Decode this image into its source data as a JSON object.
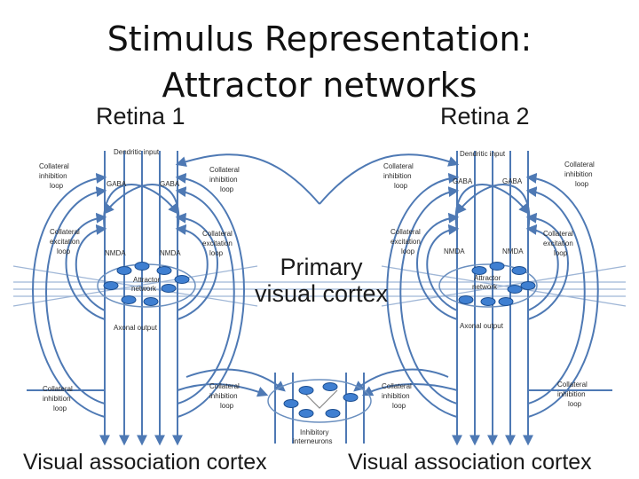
{
  "title": {
    "line1": "Stimulus Representation:",
    "line2": "Attractor networks"
  },
  "labels": {
    "retina_1": "Retina 1",
    "retina_2": "Retina 2",
    "primary_cortex_line1": "Primary",
    "primary_cortex_line2": "visual cortex",
    "assoc_left": "Visual association cortex",
    "assoc_right": "Visual association cortex"
  },
  "left_module": {
    "dendritic_input": "Dendritic input",
    "collateral_inhibition_outer_1": "Collateral",
    "collateral_inhibition_outer_2": "inhibition",
    "collateral_inhibition_outer_3": "loop",
    "collateral_inhibition_inner_1": "Collateral",
    "collateral_inhibition_inner_2": "inhibition",
    "collateral_inhibition_inner_3": "loop",
    "gaba_left": "GABA",
    "gaba_right": "GABA",
    "collateral_excitation_outer_1": "Collateral",
    "collateral_excitation_outer_2": "excitation",
    "collateral_excitation_outer_3": "loop",
    "collateral_excitation_inner_1": "Collateral",
    "collateral_excitation_inner_2": "excitation",
    "collateral_excitation_inner_3": "loop",
    "nmda_left": "NMDA",
    "nmda_right": "NMDA",
    "attractor_1": "Attractor",
    "attractor_2": "network",
    "axonal_output": "Axonal output",
    "bottom_inhibition_outer_1": "Collateral",
    "bottom_inhibition_outer_2": "inhibition",
    "bottom_inhibition_outer_3": "loop",
    "bottom_inhibition_inner_1": "Collateral",
    "bottom_inhibition_inner_2": "inhibition",
    "bottom_inhibition_inner_3": "loop"
  },
  "right_module": {
    "dendritic_input": "Dendritic input",
    "collateral_inhibition_inner_1": "Collateral",
    "collateral_inhibition_inner_2": "inhibition",
    "collateral_inhibition_inner_3": "loop",
    "collateral_inhibition_outer_1": "Collateral",
    "collateral_inhibition_outer_2": "inhibition",
    "collateral_inhibition_outer_3": "loop",
    "gaba_left": "GABA",
    "gaba_right": "GABA",
    "collateral_excitation_inner_1": "Collateral",
    "collateral_excitation_inner_2": "excitation",
    "collateral_excitation_inner_3": "loop",
    "collateral_excitation_outer_1": "Collateral",
    "collateral_excitation_outer_2": "excitation",
    "collateral_excitation_outer_3": "loop",
    "nmda_left": "NMDA",
    "nmda_right": "NMDA",
    "attractor_1": "Attractor",
    "attractor_2": "network",
    "axonal_output": "Axonal output",
    "bottom_inhibition_inner_1": "Collateral",
    "bottom_inhibition_inner_2": "inhibition",
    "bottom_inhibition_inner_3": "loop",
    "bottom_inhibition_outer_1": "Collateral",
    "bottom_inhibition_outer_2": "inhibition",
    "bottom_inhibition_outer_3": "loop"
  },
  "bottom_module": {
    "inhibitory_1": "Inhibitory",
    "inhibitory_2": "interneurons"
  },
  "colors": {
    "line": "#4e79b4",
    "neuron": "#3f7fd1",
    "text": "#2b2b2b",
    "ring": "#6a8fbf"
  }
}
